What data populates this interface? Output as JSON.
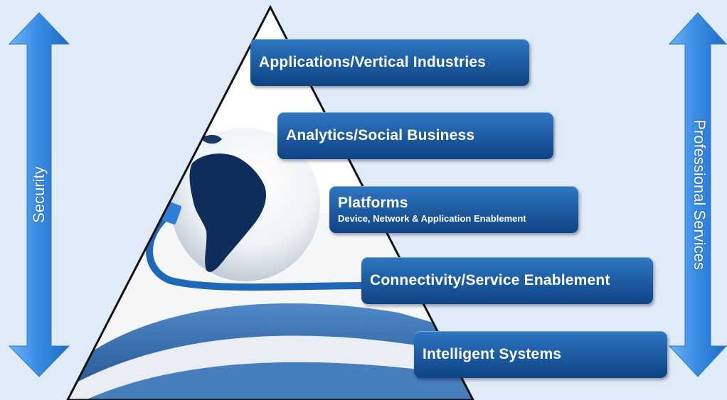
{
  "layers": [
    {
      "title": "Applications/Vertical Industries",
      "subtitle": ""
    },
    {
      "title": "Analytics/Social Business",
      "subtitle": ""
    },
    {
      "title": "Platforms",
      "subtitle": "Device, Network & Application Enablement"
    },
    {
      "title": "Connectivity/Service Enablement",
      "subtitle": ""
    },
    {
      "title": "Intelligent Systems",
      "subtitle": ""
    }
  ],
  "left_arrow": {
    "label": "Security"
  },
  "right_arrow": {
    "label": "Professional Services"
  },
  "colors": {
    "background": "#dfecf7",
    "arrow_blue": "#3a8ee6",
    "bar_blue": "#1f5fa6",
    "pyramid_outline": "#111111"
  },
  "icons": [
    "globe-icon",
    "network-cable-icon"
  ]
}
